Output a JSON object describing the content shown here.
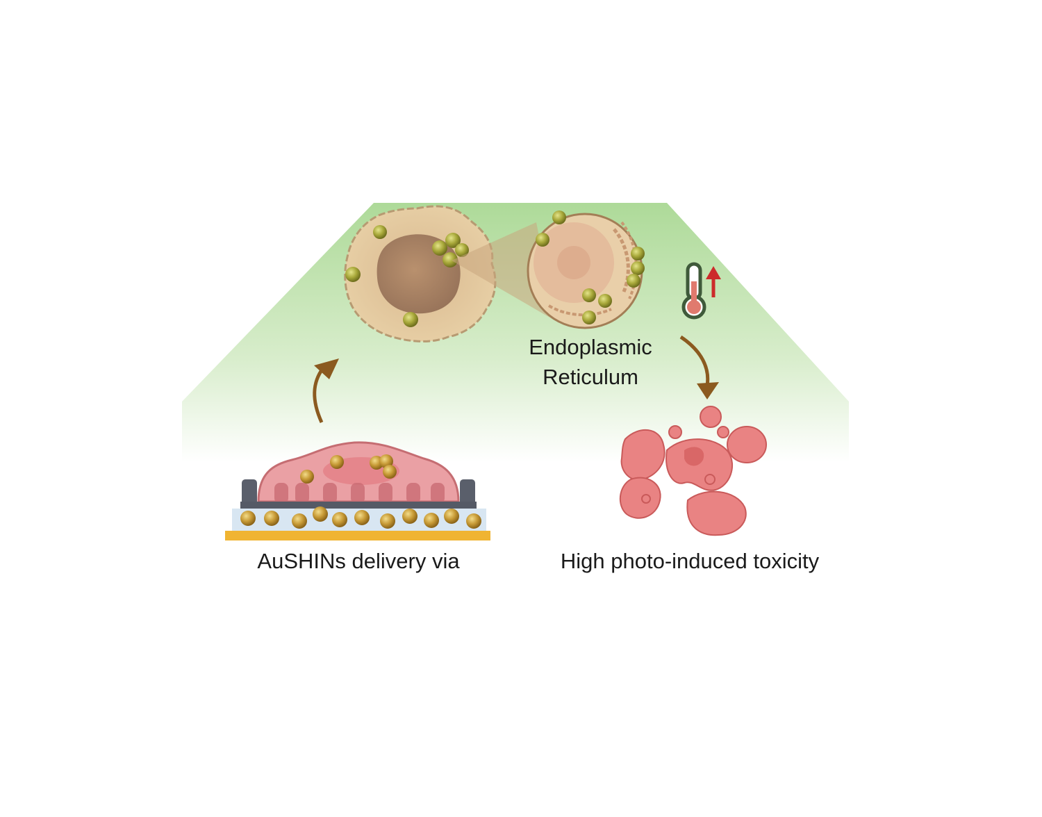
{
  "labels": {
    "er_line1": "Endoplasmic",
    "er_line2": "Reticulum",
    "delivery": "AuSHINs delivery via",
    "toxicity": "High photo-induced toxicity"
  },
  "icons": {
    "temperature": "thermometer-icon",
    "increase": "up-arrow-icon"
  },
  "colors": {
    "light_beam": "#b9dfa6",
    "cell_pink": "#e9a3a6",
    "dead_cell": "#e98383",
    "nanoparticle": "#c8a13a",
    "arrow_brown": "#8b5a1f",
    "up_arrow_red": "#cc2b2b",
    "substrate_gold": "#f0b432",
    "pillar_dark": "#555a66"
  }
}
